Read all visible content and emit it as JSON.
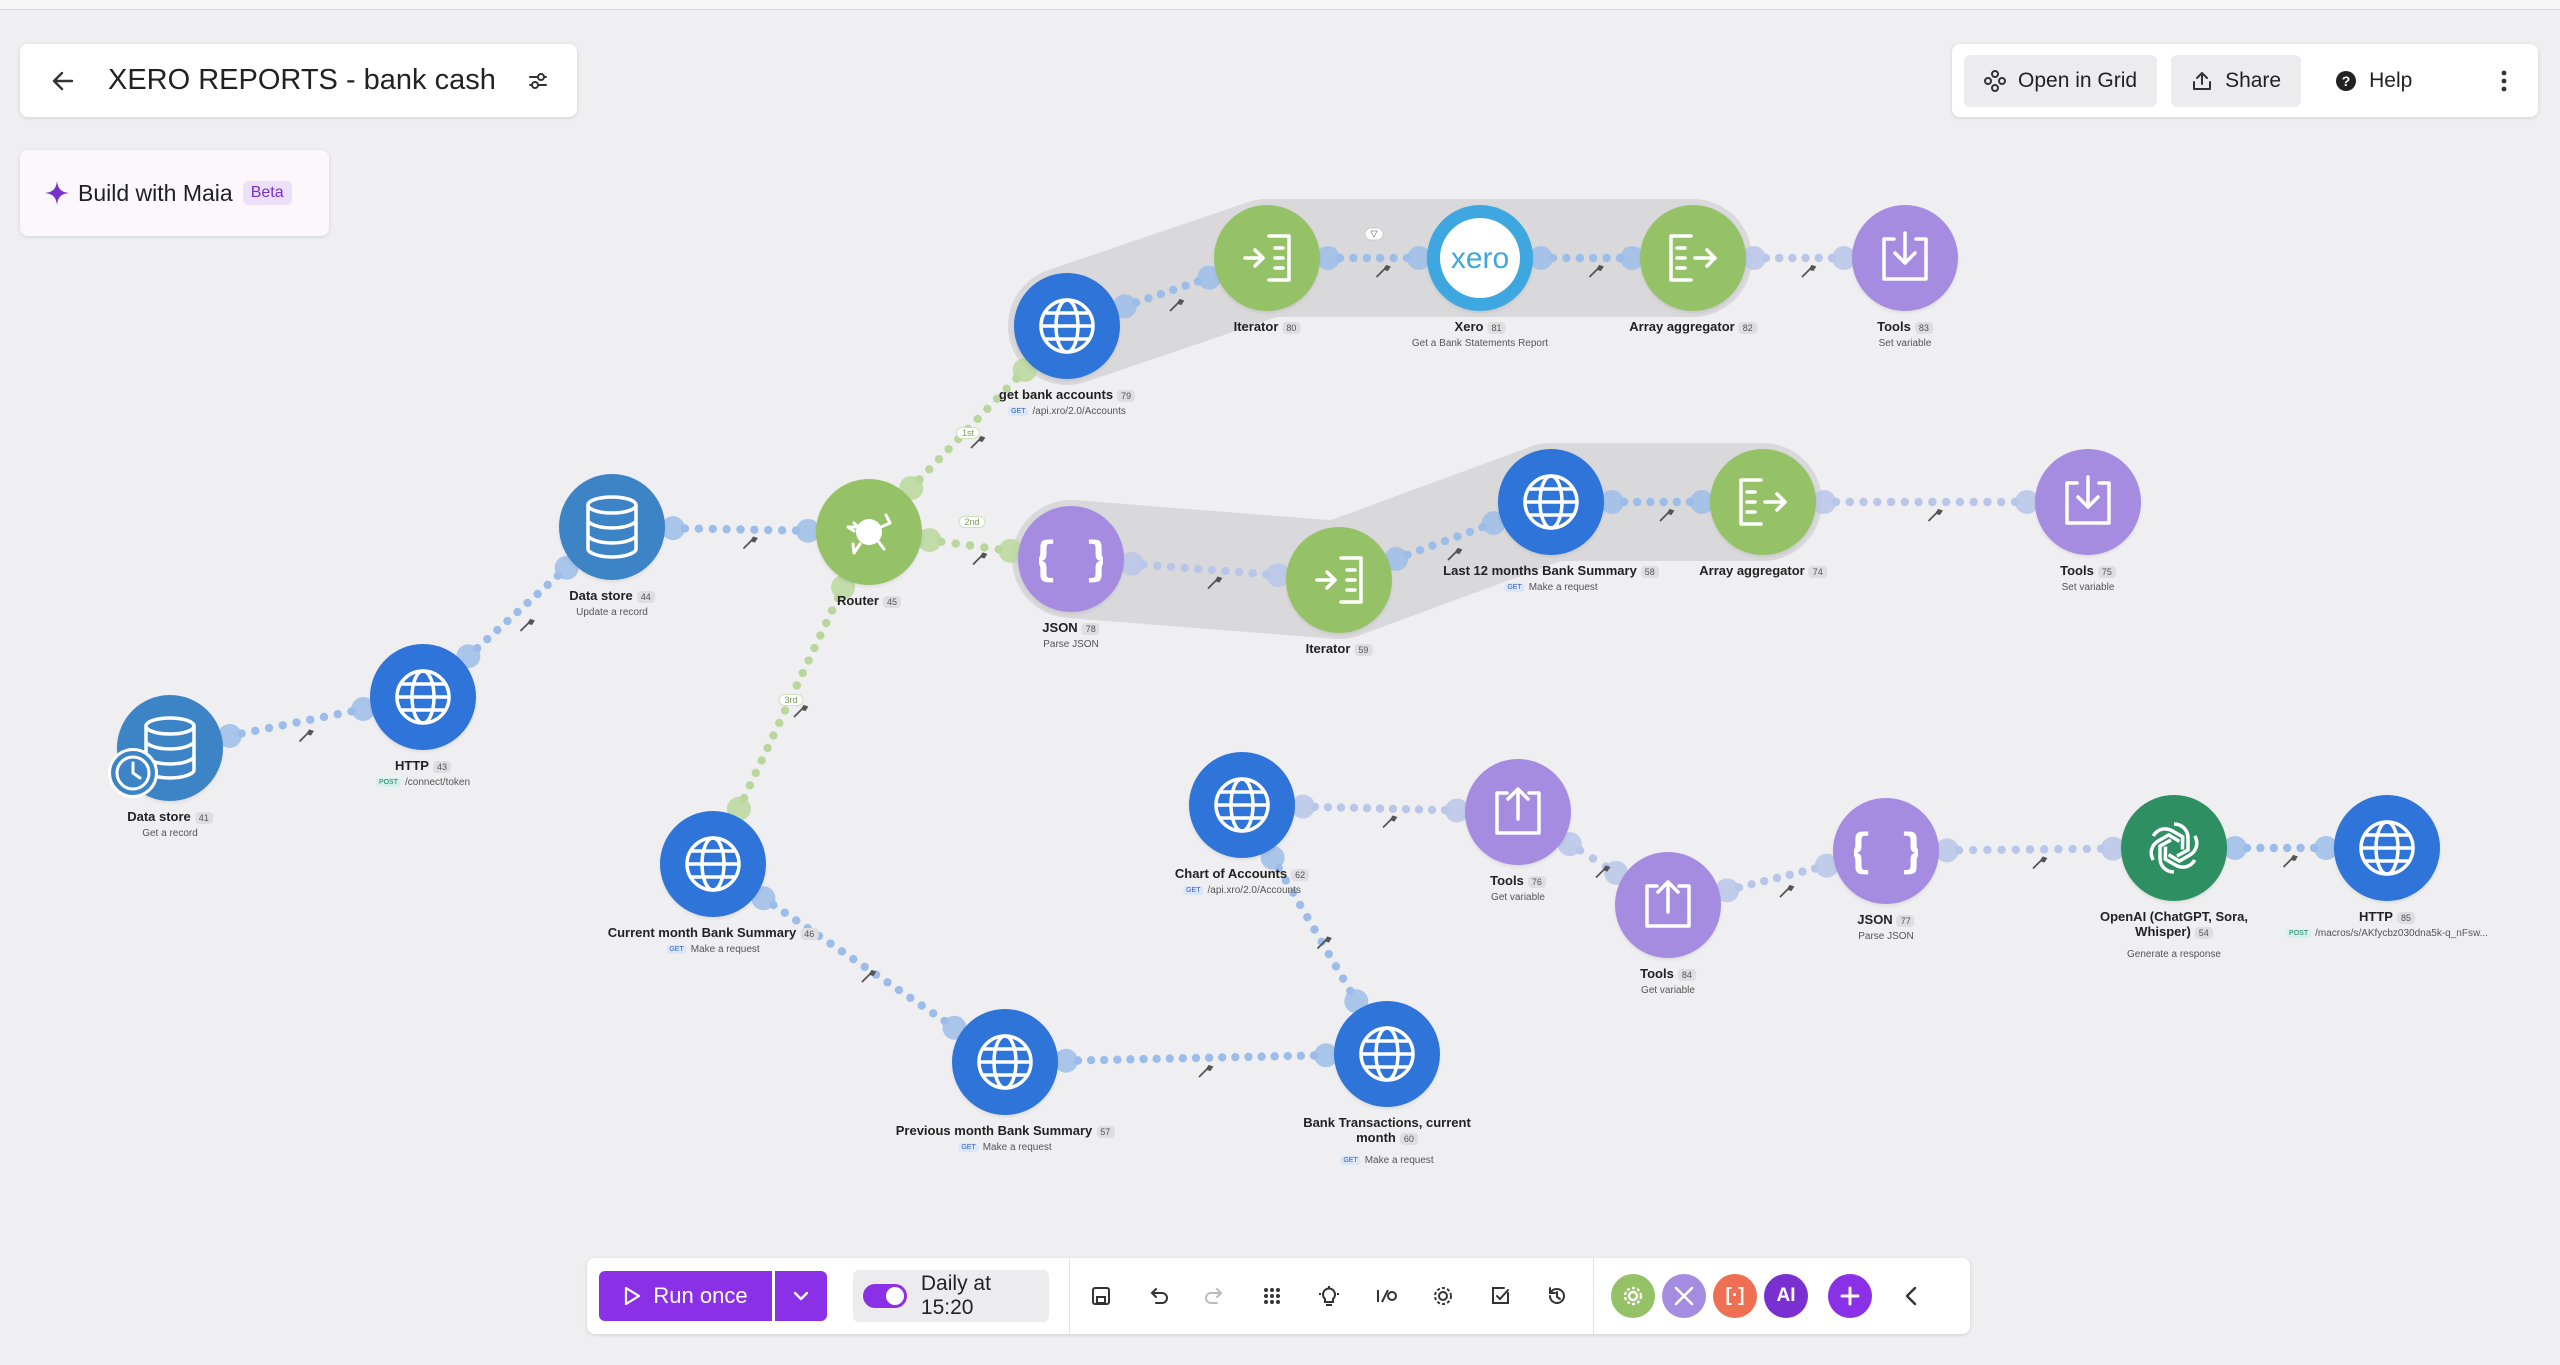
{
  "header": {
    "title": "XERO REPORTS - bank cash",
    "back_icon": "arrow-left-icon",
    "settings_icon": "sliders-icon"
  },
  "maia": {
    "label": "Build with Maia",
    "badge": "Beta"
  },
  "top_right": {
    "open_grid": "Open in Grid",
    "share": "Share",
    "help": "Help"
  },
  "colors": {
    "http": "#2f74d8",
    "datastore": "#3d84c6",
    "flow": "#95c267",
    "tools": "#a58ce0",
    "openai": "#2e8f62",
    "accent": "#8a30e6"
  },
  "nodes": [
    {
      "id": "ds41",
      "kind": "datastore",
      "label": "Data store",
      "num": "41",
      "sub": "Get a record",
      "method": "",
      "clock": true
    },
    {
      "id": "http43",
      "kind": "http",
      "label": "HTTP",
      "num": "43",
      "sub": "/connect/token",
      "method": "POST"
    },
    {
      "id": "ds44",
      "kind": "datastore",
      "label": "Data store",
      "num": "44",
      "sub": "Update a record",
      "method": ""
    },
    {
      "id": "router45",
      "kind": "router",
      "label": "Router",
      "num": "45",
      "sub": "",
      "method": ""
    },
    {
      "id": "gba79",
      "kind": "http",
      "label": "get bank accounts",
      "num": "79",
      "sub": "/api.xro/2.0/Accounts",
      "method": "GET"
    },
    {
      "id": "it80",
      "kind": "iterator",
      "label": "Iterator",
      "num": "80",
      "sub": "",
      "method": ""
    },
    {
      "id": "xero81",
      "kind": "xero",
      "label": "Xero",
      "num": "81",
      "sub": "Get a Bank Statements Report",
      "method": ""
    },
    {
      "id": "agg82",
      "kind": "aggregator",
      "label": "Array aggregator",
      "num": "82",
      "sub": "",
      "method": ""
    },
    {
      "id": "tools83",
      "kind": "tools-down",
      "label": "Tools",
      "num": "83",
      "sub": "Set variable",
      "method": ""
    },
    {
      "id": "json78",
      "kind": "json",
      "label": "JSON",
      "num": "78",
      "sub": "Parse JSON",
      "method": ""
    },
    {
      "id": "it59",
      "kind": "iterator",
      "label": "Iterator",
      "num": "59",
      "sub": "",
      "method": ""
    },
    {
      "id": "l12m58",
      "kind": "http",
      "label": "Last 12 months Bank Summary",
      "num": "58",
      "sub": "Make a request",
      "method": "GET"
    },
    {
      "id": "agg74",
      "kind": "aggregator",
      "label": "Array aggregator",
      "num": "74",
      "sub": "",
      "method": ""
    },
    {
      "id": "tools75",
      "kind": "tools-down",
      "label": "Tools",
      "num": "75",
      "sub": "Set variable",
      "method": ""
    },
    {
      "id": "cm46",
      "kind": "http",
      "label": "Current month Bank Summary",
      "num": "46",
      "sub": "Make a request",
      "method": "GET"
    },
    {
      "id": "pm57",
      "kind": "http",
      "label": "Previous month Bank Summary",
      "num": "57",
      "sub": "Make a request",
      "method": "GET"
    },
    {
      "id": "bt60",
      "kind": "http",
      "label": "Bank Transactions, current month",
      "num": "60",
      "sub": "Make a request",
      "method": "GET"
    },
    {
      "id": "coa62",
      "kind": "http",
      "label": "Chart of Accounts",
      "num": "62",
      "sub": "/api.xro/2.0/Accounts",
      "method": "GET"
    },
    {
      "id": "tools76",
      "kind": "tools-up",
      "label": "Tools",
      "num": "76",
      "sub": "Get variable",
      "method": ""
    },
    {
      "id": "tools84",
      "kind": "tools-up",
      "label": "Tools",
      "num": "84",
      "sub": "Get variable",
      "method": ""
    },
    {
      "id": "json77",
      "kind": "json",
      "label": "JSON",
      "num": "77",
      "sub": "Parse JSON",
      "method": ""
    },
    {
      "id": "openai54",
      "kind": "openai",
      "label": "OpenAI (ChatGPT, Sora, Whisper)",
      "num": "54",
      "sub": "Generate a response",
      "method": ""
    },
    {
      "id": "http85",
      "kind": "http",
      "label": "HTTP",
      "num": "85",
      "sub": "/macros/s/AKfycbz030dna5k-q_nFsw...",
      "method": "POST"
    }
  ],
  "routes": [
    "1st",
    "2nd",
    "3rd"
  ],
  "bottom_bar": {
    "run_label": "Run once",
    "schedule_label": "Daily at 15:20",
    "schedule_enabled": true,
    "tool_icons": [
      "save-icon",
      "undo-icon",
      "redo-icon",
      "grid-dots-icon",
      "lightbulb-icon",
      "io-icon",
      "gear-icon",
      "notes-icon",
      "history-icon"
    ],
    "app_chips": [
      {
        "name": "green-gear-chip",
        "text": "",
        "color": "#95c267"
      },
      {
        "name": "purple-tools-chip",
        "text": "",
        "color": "#a58ce0"
      },
      {
        "name": "orange-bracket-chip",
        "text": "[·]",
        "color": "#ef6f52"
      },
      {
        "name": "ai-chip",
        "text": "AI",
        "color": "#7a2fd1"
      }
    ]
  }
}
